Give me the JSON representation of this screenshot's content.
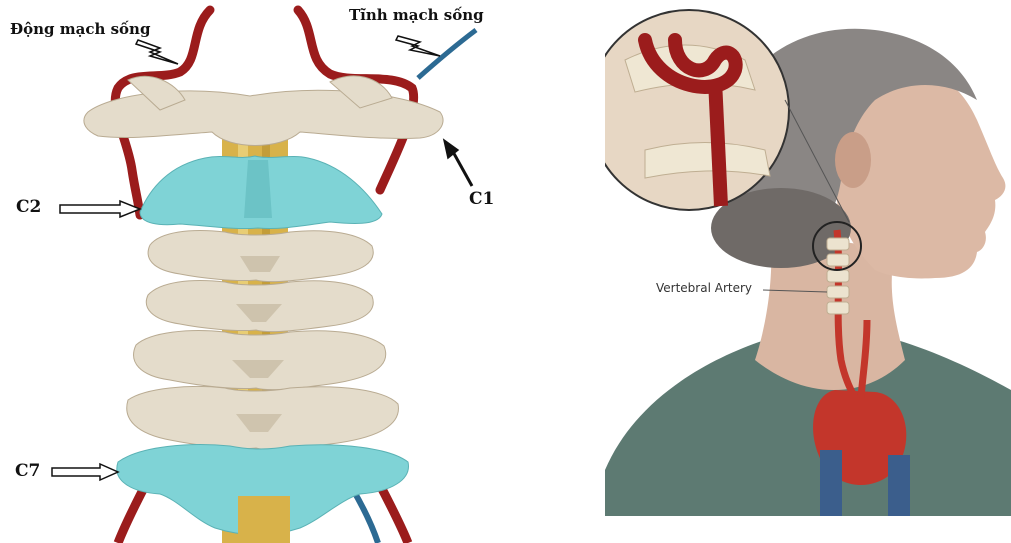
{
  "left_figure": {
    "labels": {
      "artery": "Động mạch sống",
      "vein": "Tĩnh mạch sống",
      "c1": "C1",
      "c2": "C2",
      "c7": "C7"
    }
  },
  "right_figure": {
    "labels": {
      "vertebral_artery": "Vertebral Artery"
    }
  },
  "colors": {
    "bone": "#e4dccb",
    "highlight_vertebra": "#7fd3d6",
    "spinal_cord": "#d8b24a",
    "artery": "#9b1c1c",
    "vein": "#2c6a93",
    "skin": "#d9b6a2",
    "shirt": "#5d7a72"
  }
}
